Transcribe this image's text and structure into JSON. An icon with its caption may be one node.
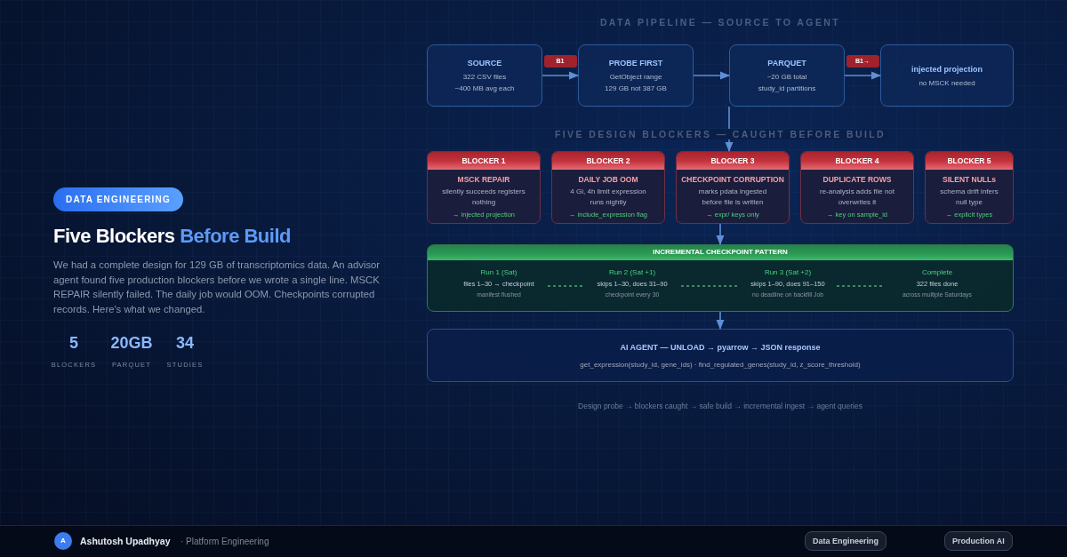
{
  "diagram": {
    "title": "Five Blockers *Before Build*",
    "nodes": [
      {
        "text": [
          "SOURCE",
          "322 CSV files",
          "~400 MB avg each"
        ]
      },
      {
        "text": [
          "PROBE FIRST",
          "GetObject range",
          "129 GB not 387 GB"
        ]
      },
      {
        "text": [
          "PARQUET",
          "~20 GB total",
          "study_id partitions"
        ]
      },
      {
        "text": [
          "injected projection",
          "no MSCK needed"
        ]
      },
      {
        "text": [
          "BLOCKER 1",
          "MSCK REPAIR",
          "silently succeeds registers nothing",
          "→ injected projection"
        ]
      },
      {
        "text": [
          "BLOCKER 2",
          "DAILY JOB OOM",
          "4 Gi, 4h limit expression runs nightly",
          "→ include_expression flag"
        ]
      },
      {
        "text": [
          "BLOCKER 3",
          "CHECKPOINT CORRUPTION",
          "marks pdata ingested before file is written",
          "→ expr/ keys only"
        ]
      },
      {
        "text": [
          "BLOCKER 4",
          "DUPLICATE ROWS",
          "re-analysis adds file not overwrites it",
          "→ key on sample_id"
        ]
      },
      {
        "text": [
          "BLOCKER 5",
          "SILENT NULLs",
          "schema drift infers null type",
          "→ explicit types"
        ]
      },
      {
        "text": [
          "INCREMENTAL CHECKPOINT PATTERN"
        ]
      },
      {
        "text": [
          "Run 1 (Sat)",
          "files 1–30 → checkpoint",
          "manifest flushed"
        ],
        "in": 9
      },
      {
        "text": [
          "Run 2 (Sat +1)",
          "skips 1–30, does 31–90",
          "checkpoint every 30"
        ],
        "in": 9
      },
      {
        "text": [
          "Run 3 (Sat +2)",
          "skips 1–90, does 91–150",
          "no deadline on backfill Job"
        ],
        "in": 9
      },
      {
        "text": [
          "Complete",
          "322 files done",
          "across multiple Saturdays"
        ],
        "in": 9
      },
      {
        "text": [
          "AI AGENT — UNLOAD → pyarrow → JSON response",
          "get_expression(study_id, gene_ids) · find_regulated_genes(study_id, z_score_threshold)"
        ]
      }
    ],
    "edges": [
      {
        "from": 0,
        "to": 1,
        "arrow": "to",
        "label": "B1"
      },
      {
        "from": 1,
        "to": 2,
        "arrow": "to"
      },
      {
        "from": 2,
        "to": 3,
        "arrow": "to",
        "label": "B1→"
      },
      {
        "from": 2,
        "to": 6,
        "arrow": "to"
      },
      {
        "from": 6,
        "to": 9,
        "arrow": "to"
      },
      {
        "from": 9,
        "to": 14,
        "arrow": "to"
      },
      {
        "from": 10,
        "to": 11,
        "arrow": "none",
        "style": "dashed",
        "color": "#4fa872"
      },
      {
        "from": 11,
        "to": 12,
        "arrow": "none",
        "style": "dashed",
        "color": "#4fa872"
      },
      {
        "from": 12,
        "to": 13,
        "arrow": "none",
        "style": "dashed",
        "color": "#4fa872"
      }
    ],
    "labels": [
      "DATA ENGINEERING",
      "We had a complete design for 129 GB of transcriptomics data. An advisor agent found five production blockers before we wrote a single line. MSCK REPAIR silently failed. The daily job would OOM. Checkpoints corrupted records. Here's what we changed.",
      "5",
      "BLOCKERS",
      "20GB",
      "PARQUET",
      "34",
      "STUDIES",
      "DATA PIPELINE — SOURCE TO AGENT",
      "FIVE DESIGN BLOCKERS — CAUGHT BEFORE BUILD",
      "Design probe → blockers caught → safe build → incremental ingest → agent queries",
      "A",
      "Ashutosh Upadhyay",
      "· Platform Engineering",
      "Data Engineering",
      "Production AI"
    ]
  }
}
